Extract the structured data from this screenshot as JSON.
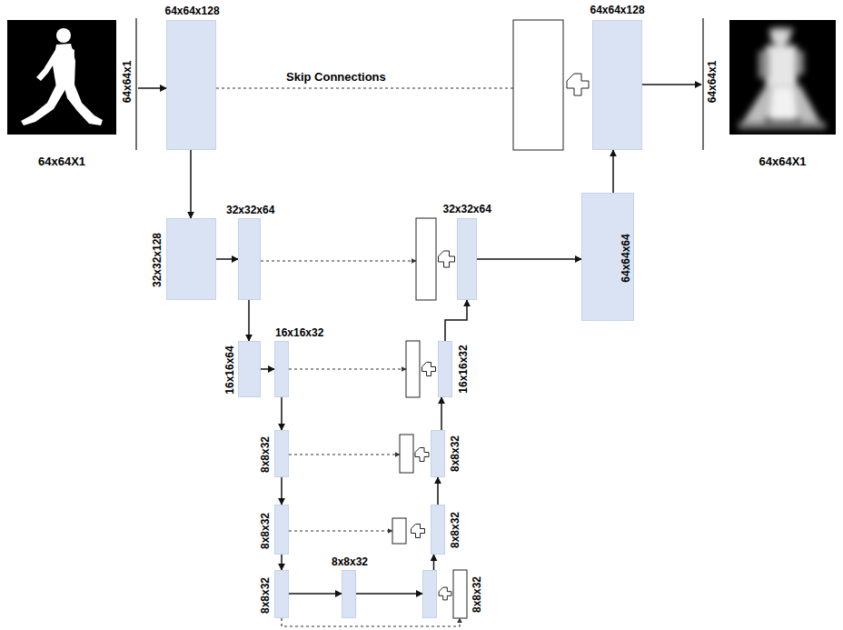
{
  "diagram": {
    "nodes": [
      {
        "text": [
          "64x64X1",
          "64x64x1"
        ]
      },
      {
        "text": [
          "64x64x128"
        ]
      },
      {
        "text": [
          "32x32x128"
        ]
      },
      {
        "text": [
          "32x32x64"
        ]
      },
      {
        "text": [
          "16x16x64"
        ]
      },
      {
        "text": [
          "16x16x32"
        ]
      },
      {
        "text": [
          "8x8x32"
        ]
      },
      {
        "text": [
          "8x8x32"
        ]
      },
      {
        "text": [
          "8x8x32"
        ]
      },
      {
        "text": [
          "8x8x32"
        ]
      },
      {
        "text": [
          "8x8x32"
        ]
      },
      {
        "text": [
          "8x8x32"
        ]
      },
      {
        "text": [
          "8x8x32"
        ]
      },
      {
        "text": [
          "16x16x32"
        ]
      },
      {
        "text": [
          "32x32x64"
        ]
      },
      {
        "text": [
          "64x64x64"
        ]
      },
      {
        "text": [
          "64x64x128"
        ]
      },
      {
        "text": [
          "64x64x1",
          "64x64X1"
        ]
      }
    ],
    "edges": [
      {
        "from": 0,
        "to": 1,
        "arrow": "to"
      },
      {
        "from": 1,
        "to": 2,
        "arrow": "to"
      },
      {
        "from": 2,
        "to": 3,
        "arrow": "to"
      },
      {
        "from": 3,
        "to": 4,
        "arrow": "to"
      },
      {
        "from": 4,
        "to": 5,
        "arrow": "to"
      },
      {
        "from": 5,
        "to": 6,
        "arrow": "to"
      },
      {
        "from": 6,
        "to": 7,
        "arrow": "to"
      },
      {
        "from": 7,
        "to": 8,
        "arrow": "to"
      },
      {
        "from": 8,
        "to": 9,
        "arrow": "to"
      },
      {
        "from": 9,
        "to": 10,
        "arrow": "to"
      },
      {
        "from": 10,
        "to": 11,
        "arrow": "to"
      },
      {
        "from": 11,
        "to": 12,
        "arrow": "to"
      },
      {
        "from": 12,
        "to": 13,
        "arrow": "to"
      },
      {
        "from": 13,
        "to": 14,
        "arrow": "to"
      },
      {
        "from": 14,
        "to": 15,
        "arrow": "to"
      },
      {
        "from": 15,
        "to": 16,
        "arrow": "to"
      },
      {
        "from": 16,
        "to": 17,
        "arrow": "to"
      },
      {
        "from": 1,
        "to": 16,
        "label": "Skip Connections",
        "arrow": "none"
      },
      {
        "from": 3,
        "to": 14,
        "arrow": "to"
      },
      {
        "from": 5,
        "to": 13,
        "arrow": "to"
      },
      {
        "from": 6,
        "to": 12,
        "arrow": "to"
      },
      {
        "from": 7,
        "to": 11,
        "arrow": "to"
      },
      {
        "from": 8,
        "to": 10,
        "arrow": "to"
      }
    ]
  }
}
